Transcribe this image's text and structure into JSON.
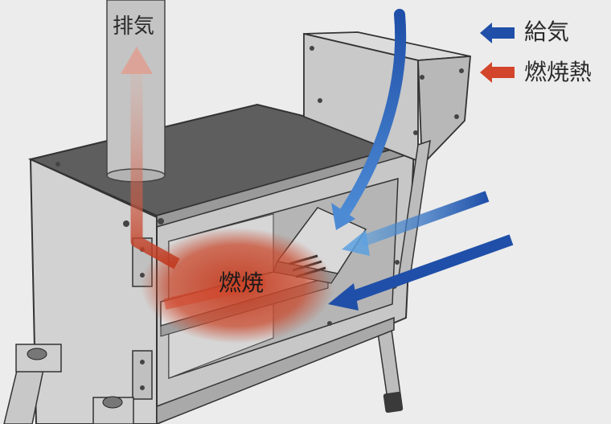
{
  "labels": {
    "exhaust": "排気",
    "combustion": "燃焼"
  },
  "legend": {
    "intake": "給気",
    "combustion_heat": "燃焼熱"
  },
  "colors": {
    "background": "#ececec",
    "intake_blue": "#1f4fa8",
    "heat_red": "#d2452a",
    "stove_top": "#5c5c5c",
    "stove_side": "#c9c9c9",
    "chimney": "#c4c4c4"
  }
}
